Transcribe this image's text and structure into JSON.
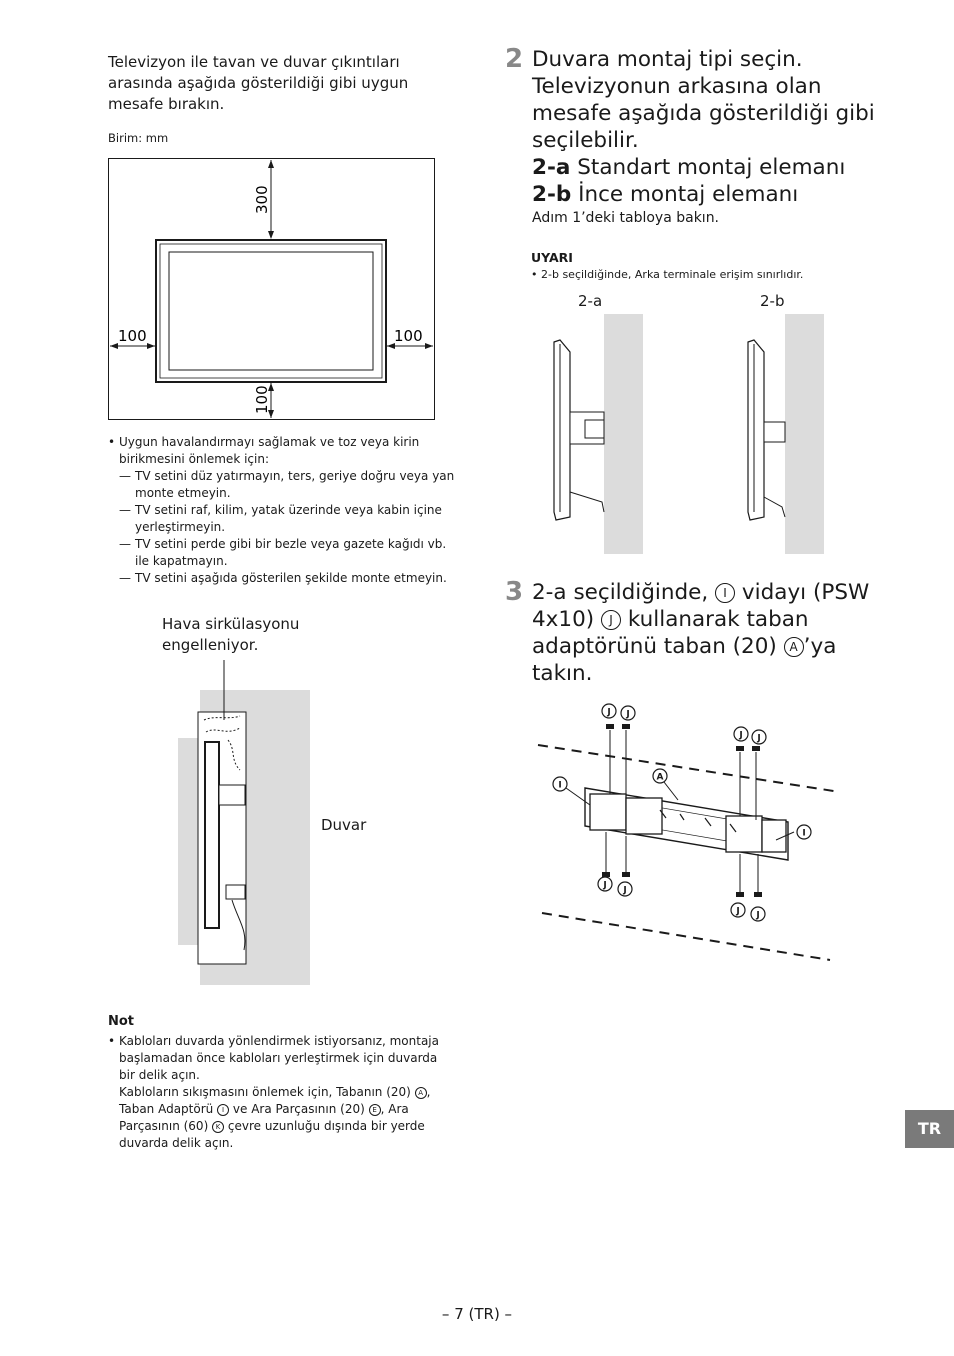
{
  "intro": "Televizyon ile tavan ve duvar çıkıntıları arasında aşağıda gösterildiği gibi uygun mesafe bırakın.",
  "unit_label": "Birim: mm",
  "distances": {
    "top": "300",
    "left": "100",
    "right": "100",
    "bottom": "100"
  },
  "ventilation": {
    "bullet": "Uygun havalandırmayı sağlamak ve toz veya kirin birikmesini önlemek için:",
    "items": [
      "TV setini düz yatırmayın, ters, geriye doğru veya yan monte etmeyin.",
      "TV setini raf, kilim, yatak üzerinde veya kabin içine yerleştirmeyin.",
      "TV setini perde gibi bir bezle veya gazete kağıdı vb. ile kapatmayın.",
      "TV setini aşağıda gösterilen şekilde monte etmeyin."
    ]
  },
  "air_label": "Hava sirkülasyonu engelleniyor.",
  "wall_label": "Duvar",
  "note": {
    "heading": "Not",
    "line1": "Kabloları duvarda yönlendirmek istiyorsanız, montaja başlamadan önce kabloları yerleştirmek için duvarda bir delik açın.",
    "line2_a": "Kabloların sıkışmasını önlemek için, Tabanın (20)",
    "line2_b": ", Taban Adaptörü",
    "line2_c": "ve Ara Parçasının (20)",
    "line2_d": ", Ara Parçasının (60)",
    "line2_e": "çevre uzunluğu dışında bir yerde duvarda delik açın.",
    "letters": {
      "A": "A",
      "I": "I",
      "E": "E",
      "K": "K"
    }
  },
  "step2": {
    "number": "2",
    "title": "Duvara montaj tipi seçin. Televizyonun arkasına olan mesafe aşağıda gösterildiği gibi seçilebilir.",
    "a_code": "2-a",
    "a_text": " Standart montaj elemanı",
    "b_code": "2-b",
    "b_text": " İnce montaj elemanı",
    "sub": "Adım 1’deki tabloya bakın."
  },
  "warning": {
    "heading": "UYARI",
    "text": "2-b seçildiğinde, Arka terminale erişim sınırlıdır."
  },
  "labels_2": {
    "a": "2-a",
    "b": "2-b"
  },
  "step3": {
    "number": "3",
    "t1": "2-a seçildiğinde,",
    "t2": "vidayı (PSW 4x10)",
    "t3": "kullanarak taban adaptörünü taban (20)",
    "t4": "’ya takın.",
    "letters": {
      "I": "I",
      "J": "J",
      "A": "A"
    }
  },
  "tab_label": "TR",
  "page_number": "– 7 (TR) –"
}
